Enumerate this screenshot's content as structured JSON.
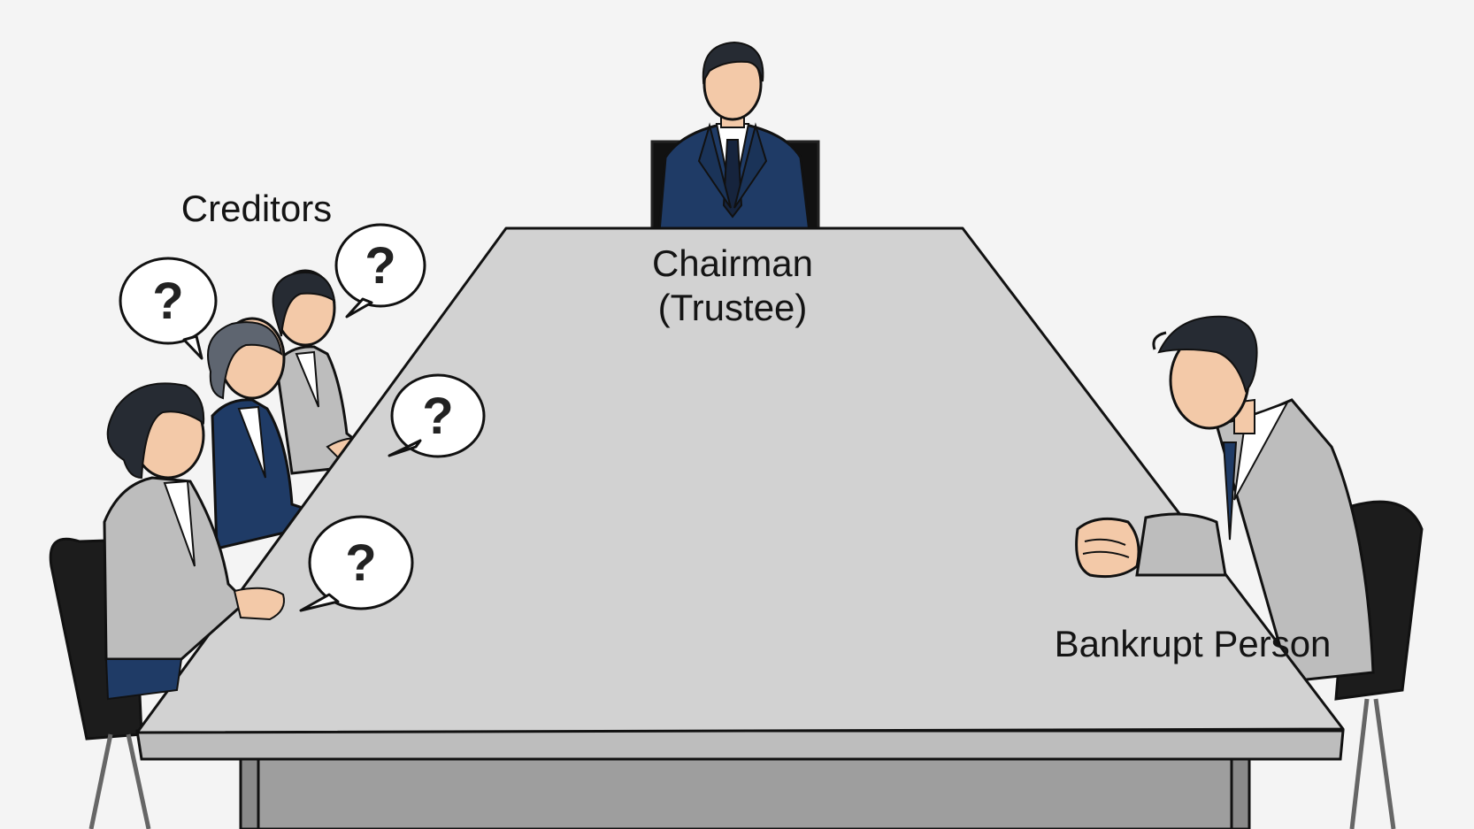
{
  "labels": {
    "creditors": "Creditors",
    "chairman_line1": "Chairman",
    "chairman_line2": "(Trustee)",
    "bankrupt": "Bankrupt Person"
  },
  "speech_bubbles": [
    "?",
    "?",
    "?",
    "?"
  ],
  "colors": {
    "background": "#f4f4f4",
    "table_top": "#d2d2d2",
    "navy_suit": "#1f3b66",
    "grey_suit": "#bdbdbd",
    "skin": "#f3c9a8",
    "hair": "#262b33",
    "chair": "#1c1c1c"
  }
}
